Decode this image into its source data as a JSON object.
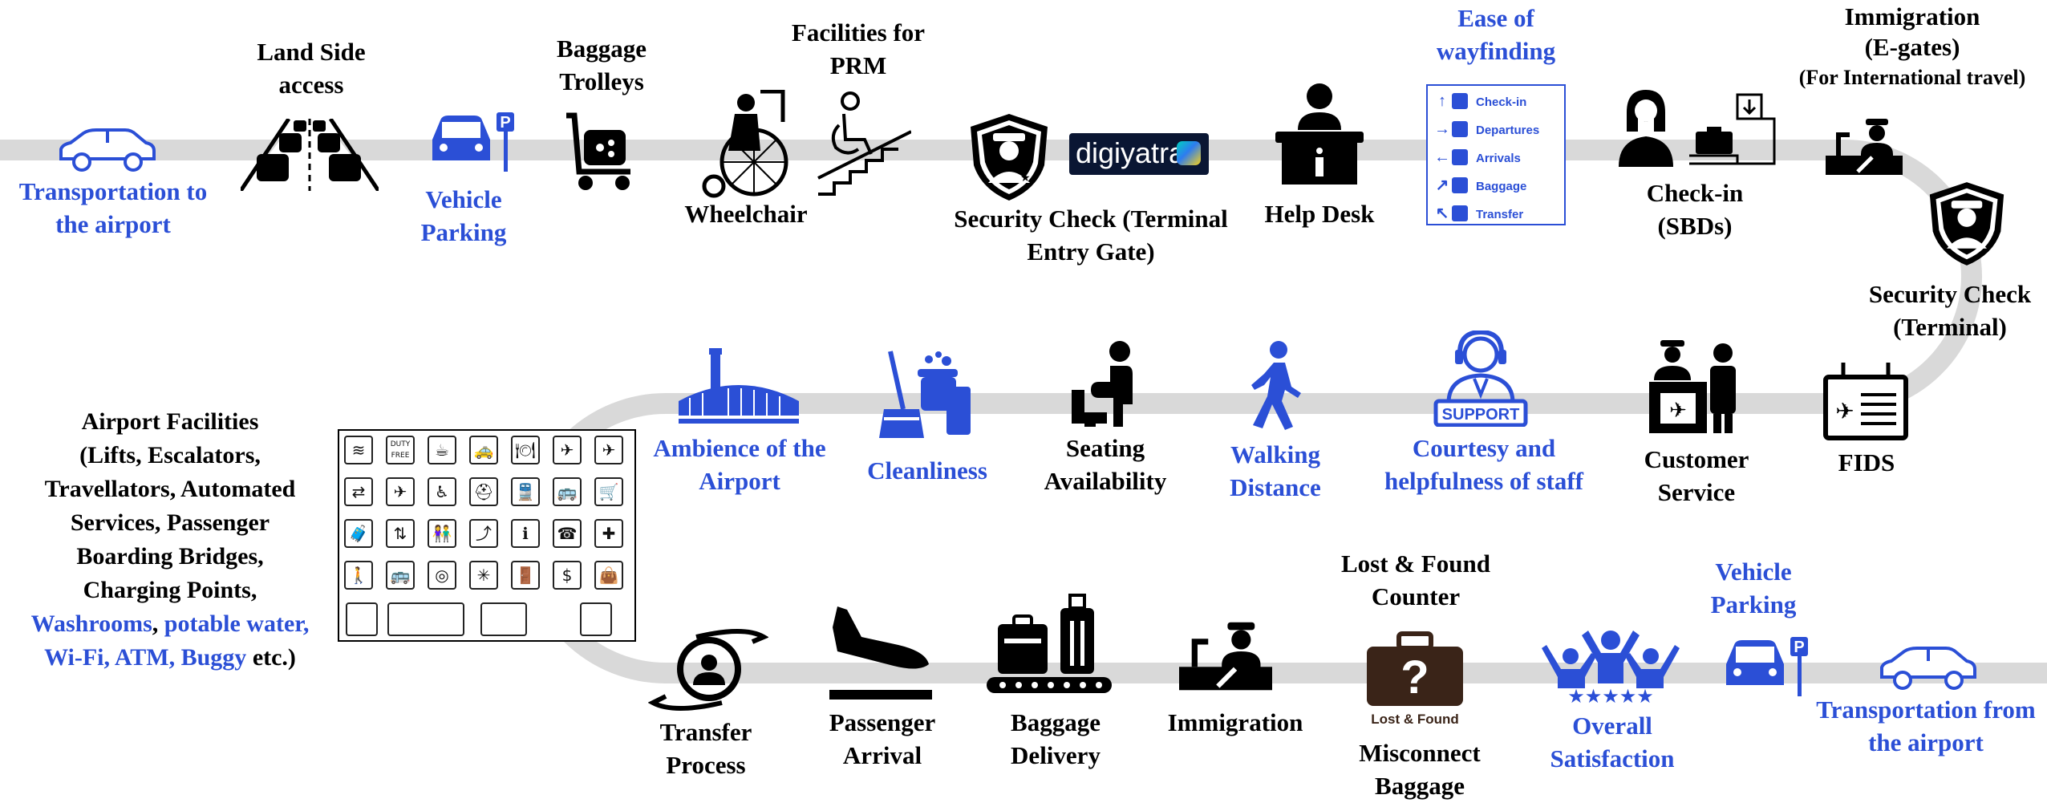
{
  "steps": {
    "transport_to": {
      "l1": "Transportation to",
      "l2": "the airport"
    },
    "land_side": {
      "l1": "Land Side",
      "l2": "access"
    },
    "vehicle_parking_1": {
      "l1": "Vehicle",
      "l2": "Parking"
    },
    "baggage_trolleys": {
      "l1": "Baggage",
      "l2": "Trolleys"
    },
    "prm": {
      "l1": "Facilities for",
      "l2": "PRM"
    },
    "wheelchair": {
      "l1": "Wheelchair"
    },
    "security_gate": {
      "l1": "Security Check (Terminal",
      "l2": "Entry Gate)"
    },
    "digiyatra": {
      "text": "digiyatra"
    },
    "help_desk": {
      "l1": "Help Desk"
    },
    "wayfinding": {
      "l1": "Ease of",
      "l2": "wayfinding"
    },
    "checkin": {
      "l1": "Check-in",
      "l2": "(SBDs)"
    },
    "immigration_egates": {
      "l1": "Immigration",
      "l2": "(E-gates)",
      "l3": "(For International travel)"
    },
    "security_terminal": {
      "l1": "Security Check",
      "l2": "(Terminal)"
    },
    "fids": {
      "l1": "FIDS"
    },
    "customer_service": {
      "l1": "Customer",
      "l2": "Service"
    },
    "courtesy": {
      "l1": "Courtesy and",
      "l2": "helpfulness of staff",
      "badge": "SUPPORT"
    },
    "walking": {
      "l1": "Walking",
      "l2": "Distance"
    },
    "seating": {
      "l1": "Seating",
      "l2": "Availability"
    },
    "cleanliness": {
      "l1": "Cleanliness"
    },
    "ambience": {
      "l1": "Ambience of the",
      "l2": "Airport"
    },
    "transfer": {
      "l1": "Transfer",
      "l2": "Process"
    },
    "arrival": {
      "l1": "Passenger",
      "l2": "Arrival"
    },
    "baggage_delivery": {
      "l1": "Baggage",
      "l2": "Delivery"
    },
    "immigration": {
      "l1": "Immigration"
    },
    "lost_found": {
      "l1": "Lost & Found",
      "l2": "Counter",
      "icon_text": "Lost & Found"
    },
    "misconnect": {
      "l1": "Misconnect",
      "l2": "Baggage"
    },
    "satisfaction": {
      "l1": "Overall",
      "l2": "Satisfaction"
    },
    "vehicle_parking_2": {
      "l1": "Vehicle",
      "l2": "Parking"
    },
    "transport_from": {
      "l1": "Transportation from",
      "l2": "the airport"
    }
  },
  "wayfinding_sign": [
    {
      "arrow": "↑",
      "label": "Check-in"
    },
    {
      "arrow": "→",
      "label": "Departures"
    },
    {
      "arrow": "←",
      "label": "Arrivals"
    },
    {
      "arrow": "↗",
      "label": "Baggage"
    },
    {
      "arrow": "↖",
      "label": "Transfer"
    }
  ],
  "airport_facilities": {
    "l1": "Airport Facilities",
    "l2": "(Lifts, Escalators,",
    "l3": "Travellators, Automated",
    "l4": "Services, Passenger",
    "l5": "Boarding  Bridges,",
    "l6": "Charging Points,",
    "washrooms": "Washrooms",
    "comma": ",",
    "potable": "potable water,",
    "wifi": "Wi-Fi, ATM, Buggy",
    "etc": "etc.)"
  },
  "facility_grid": [
    "≋",
    "DUTY FREE",
    "☕",
    "🚕",
    "🍽",
    "✈",
    "✈",
    "⇄",
    "✈",
    "♿",
    "⛑",
    "🚆",
    "🚌",
    "🛒",
    "🧳",
    "⇅",
    "👫",
    "⤴",
    "ℹ",
    "☎",
    "✚",
    "🚶",
    "🚌",
    "◎",
    "✳",
    "🚪",
    "$",
    "👜"
  ],
  "colors": {
    "blue": "#2b4fd6",
    "track": "#d9d9d9",
    "black": "#000000"
  }
}
